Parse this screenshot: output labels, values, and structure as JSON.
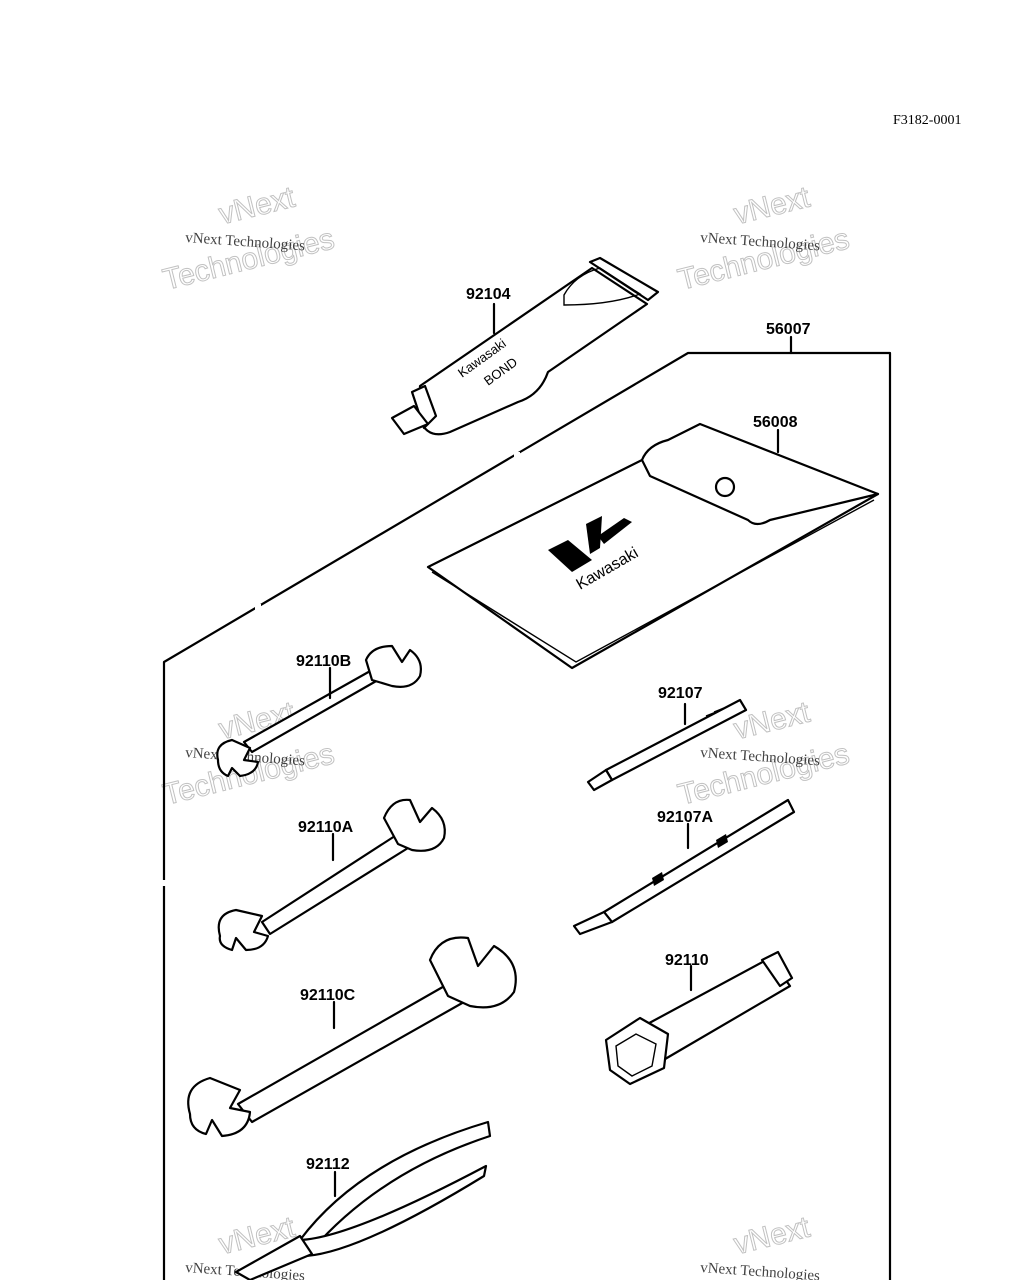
{
  "figure_code": "F3182-0001",
  "parts": {
    "bond_tube": "92104",
    "tool_kit": "56007",
    "tool_bag": "56008",
    "wrench_small": "92110B",
    "wrench_medium": "92110A",
    "wrench_large": "92110C",
    "pliers": "92112",
    "screwdriver_bit": "92107",
    "screwdriver_grip": "92107A",
    "plug_wrench": "92110"
  },
  "tube_label": {
    "line1": "Kawasaki",
    "line2": "BOND"
  },
  "bag_brand": "Kawasaki",
  "watermark": {
    "small": "vNext Technologies",
    "line1": "vNext",
    "line2": "Technologies"
  }
}
